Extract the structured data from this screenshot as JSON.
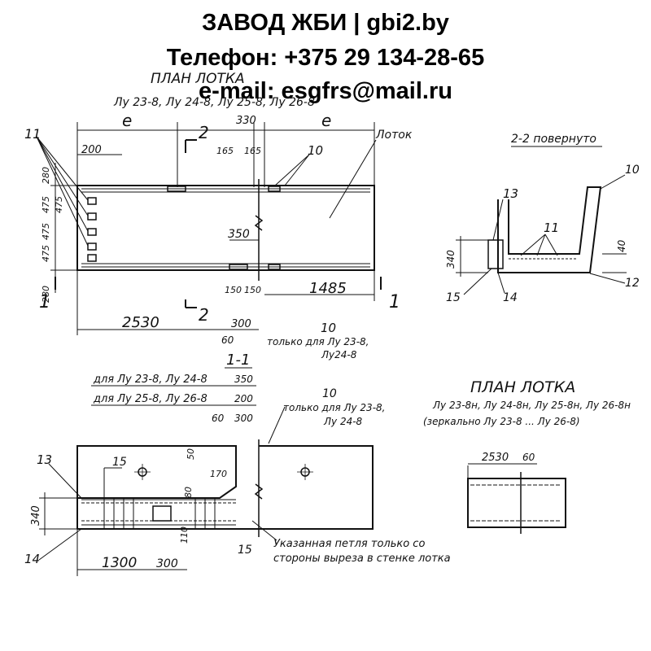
{
  "header": {
    "line1": "ЗАВОД ЖБИ | gbi2.by",
    "line2": "Телефон: +375 29 134-28-65",
    "line3": "e-mail: esgfrs@mail.ru"
  },
  "plan": {
    "title": "ПЛАН ЛОТКА",
    "subtitle": "Лу 23-8, Лу 24-8, Лу 25-8, Лу 26-8",
    "label_e_left": "e",
    "label_e_right": "e",
    "label_330": "330",
    "label_165a": "165",
    "label_165b": "165",
    "label_200": "200",
    "label_350": "350",
    "label_150a": "150",
    "label_150b": "150",
    "label_1485": "1485",
    "label_2530": "2530",
    "label_300": "300",
    "label_60": "60",
    "dims_left": [
      "280",
      "475",
      "475",
      "475",
      "475",
      "280"
    ],
    "callout_11": "11",
    "callout_10": "10",
    "callout_lotok": "Лоток",
    "section_2_top": "2",
    "section_2_bottom": "2",
    "section_1_left": "1",
    "section_1_right": "1",
    "note_10": "10",
    "note_only": "только для Лу 23-8,",
    "note_only2": "Лу24-8"
  },
  "section22": {
    "title": "2-2 повернуто",
    "c10": "10",
    "c13": "13",
    "c11": "11",
    "d340": "340",
    "d40": "40",
    "c12": "12",
    "c15": "15",
    "c14": "14"
  },
  "section11": {
    "title": "1-1",
    "row1_label": "для Лу 23-8, Лу 24-8",
    "row1_val": "350",
    "row2_label": "для Лу 25-8, Лу 26-8",
    "row2_val": "200",
    "c10": "10",
    "note_only": "только для Лу 23-8,",
    "note_only2": "Лу 24-8",
    "d60": "60",
    "d300": "300",
    "c13": "13",
    "c15": "15",
    "d50": "50",
    "d170": "170",
    "d80": "80",
    "d340": "340",
    "d110": "110",
    "c14": "14",
    "c15b": "15",
    "d1300": "1300",
    "d300b": "300",
    "note_loop": "Указанная петля только со",
    "note_loop2": "стороны выреза в стенке лотка"
  },
  "plan2": {
    "title": "ПЛАН ЛОТКА",
    "sub1": "Лу 23-8н, Лу 24-8н, Лу 25-8н, Лу 26-8н",
    "sub2": "(зеркально Лу 23-8 ... Лу 26-8)",
    "d2530": "2530",
    "d60": "60"
  }
}
